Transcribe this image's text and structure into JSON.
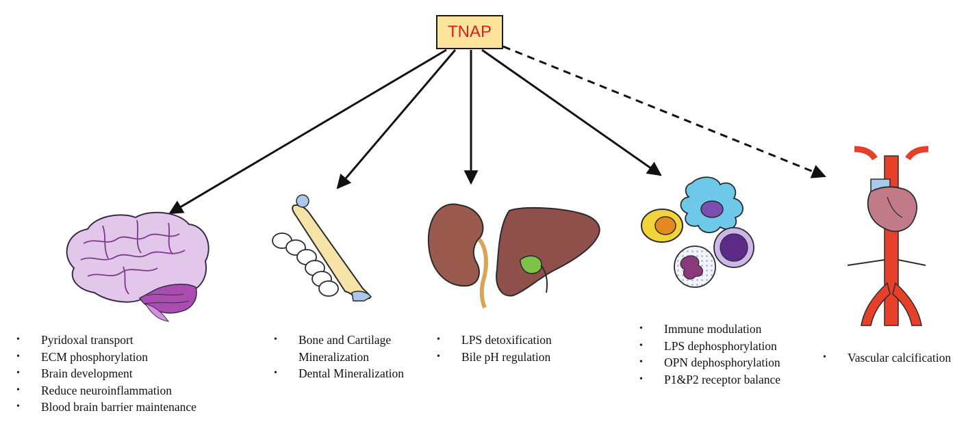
{
  "root": {
    "label": "TNAP"
  },
  "colors": {
    "root_fill": "#fce49b",
    "root_text": "#d42020",
    "arrow": "#111111"
  },
  "targets": [
    {
      "id": "brain",
      "icon": "brain-icon",
      "items": [
        "Pyridoxal transport",
        "ECM phosphorylation",
        "Brain development",
        "Reduce neuroinflammation",
        "Blood brain barrier maintenance"
      ]
    },
    {
      "id": "bone-teeth",
      "icon": "bone-teeth-icon",
      "items": [
        "Bone and Cartilage\nMineralization",
        "Dental Mineralization"
      ]
    },
    {
      "id": "kidney-liver",
      "icon": "kidney-liver-icon",
      "items": [
        "LPS detoxification",
        "Bile pH regulation"
      ]
    },
    {
      "id": "immune-cells",
      "icon": "immune-cells-icon",
      "items": [
        "Immune modulation",
        "LPS dephosphorylation",
        "OPN dephosphorylation",
        "P1&P2 receptor balance"
      ]
    },
    {
      "id": "vascular",
      "icon": "heart-aorta-icon",
      "items": [
        "Vascular calcification"
      ]
    }
  ],
  "edges": [
    {
      "to": "brain",
      "style": "solid"
    },
    {
      "to": "bone-teeth",
      "style": "solid"
    },
    {
      "to": "kidney-liver",
      "style": "solid"
    },
    {
      "to": "immune-cells",
      "style": "solid"
    },
    {
      "to": "vascular",
      "style": "dashed"
    }
  ]
}
